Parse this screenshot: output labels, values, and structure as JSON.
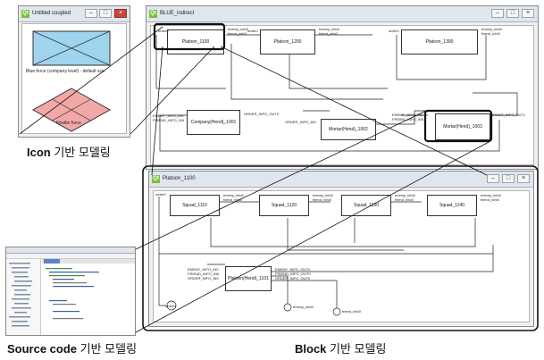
{
  "icon_window": {
    "title": "Untitled coupled",
    "blue_caption": "Blue force (company level) - default sce.",
    "red_caption": "Hostile force"
  },
  "blue_window": {
    "title": "BLUE_indirect",
    "blocks": {
      "p1100": "Platoon_1100",
      "p1200": "Platoon_1200",
      "p1300": "Platoon_1300",
      "company": "Company(Hend)_1001",
      "mortar1002": "Mortar(Hend)_1002",
      "mortar1003": "Mortar(Hend)_1003"
    },
    "ports": {
      "order0": "order0",
      "enemy_info0": "enemy_info0",
      "friend_info0": "friend_info0",
      "enemy_info_in": "ENEMY_INFO_IN0",
      "friend_info_in": "FRIEND_INFO_IN0",
      "order_info_out0": "ORDER_INFO_OUT0",
      "order_info_in0": "ORDER_INFO_IN0",
      "order_info_out1": "ORDER_INFO_OUT1"
    }
  },
  "platoon_window": {
    "title": "Platoon_1100",
    "blocks": {
      "s1110": "Squad_1110",
      "s1120": "Squad_1120",
      "s1130": "Squad_1130",
      "s1140": "Squad_1140",
      "phend": "Platoon(Hend)_1101"
    },
    "ports": {
      "order0": "order0",
      "enemy_info0": "enemy_info0",
      "friend_info0": "friend_info0",
      "enemy_info_in0": "ENEMY_INFO_IN0",
      "friend_info_in0": "FRIEND_INFO_IN0",
      "order_info_in0": "ORDER_INFO_IN0",
      "enemy_info_out0": "ENEMY_INFO_OUT0",
      "friend_info_out0": "FRIEND_INFO_OUT0",
      "order_info_out0": "ORDER_INFO_OUT0",
      "order_out": "order0",
      "enemy_out": "enemy_info0",
      "friend_out": "friend_info0"
    }
  },
  "captions": {
    "icon_bold": "Icon",
    "icon_rest": " 기반 모델링",
    "source_bold": "Source code",
    "source_rest": " 기반 모델링",
    "block_bold": "Block",
    "block_rest": " 기반 모델링"
  },
  "colors": {
    "blue_fill": "#9fd3ee",
    "red_fill": "#f3a8a8",
    "close_btn": "#c9463d",
    "qt_icon": "#7bbf3a"
  }
}
